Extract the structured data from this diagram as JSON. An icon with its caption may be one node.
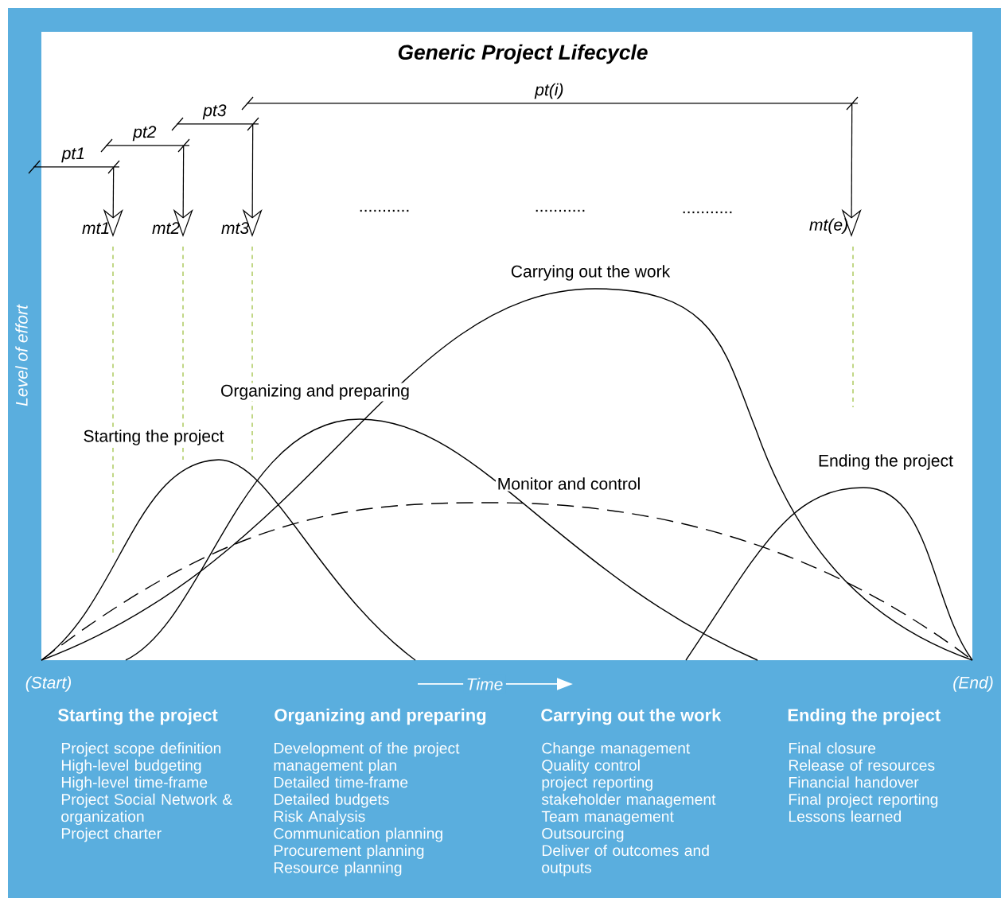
{
  "diagram": {
    "title": "Generic Project Lifecycle",
    "nodes": [
      {
        "text": [
          "pt1"
        ]
      },
      {
        "text": [
          "pt2"
        ]
      },
      {
        "text": [
          "pt3"
        ]
      },
      {
        "text": [
          "pt(i)"
        ]
      },
      {
        "text": [
          "mt1"
        ]
      },
      {
        "text": [
          "mt2"
        ]
      },
      {
        "text": [
          "mt3"
        ]
      },
      {
        "text": [
          "mt(e)"
        ]
      }
    ],
    "edges": [
      {
        "from": 0,
        "to": 4,
        "arrow": "to"
      },
      {
        "from": 1,
        "to": 5,
        "arrow": "to"
      },
      {
        "from": 2,
        "to": 6,
        "arrow": "to"
      },
      {
        "from": 3,
        "to": 7,
        "arrow": "to"
      }
    ],
    "labels": [
      "...........",
      "...........",
      "...........",
      "Carrying out the work",
      "Level of effort",
      "Organizing and preparing",
      "Starting the project",
      "Ending the project",
      "Monitor and control",
      "(Start)",
      "Time",
      "(End)",
      "Starting the project",
      "Project scope definition",
      "High-level budgeting",
      "High-level time-frame",
      "Project Social Network & organization",
      "Project charter",
      "Organizing and preparing",
      "Development of the project management plan",
      "Detailed time-frame",
      "Detailed budgets",
      "Risk Analysis",
      "Communication planning",
      "Procurement planning",
      "Resource planning",
      "Carrying out the work",
      "Change management",
      "Quality control",
      "project reporting",
      "stakeholder management",
      "Team management",
      "Outsourcing",
      "Deliver of outcomes and outputs",
      "Ending the project",
      "Final closure",
      "Release of resources",
      "Financial handover",
      "Final project reporting",
      "Lessons learned"
    ]
  }
}
